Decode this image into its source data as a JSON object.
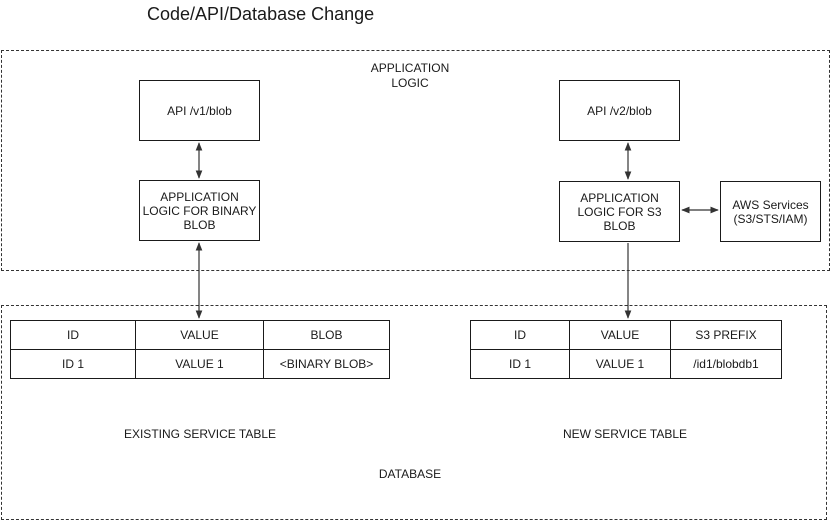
{
  "title": "Code/API/Database Change",
  "regions": {
    "application_label": "APPLICATION\nLOGIC",
    "database_label": "DATABASE"
  },
  "boxes": {
    "api_v1": "API /v1/blob",
    "logic_binary": "APPLICATION\nLOGIC FOR BINARY\nBLOB",
    "api_v2": "API /v2/blob",
    "logic_s3": "APPLICATION\nLOGIC FOR S3\nBLOB",
    "aws_services": "AWS Services\n(S3/STS/IAM)"
  },
  "existing_table": {
    "caption": "EXISTING SERVICE TABLE",
    "headers": [
      "ID",
      "VALUE",
      "BLOB"
    ],
    "row": [
      "ID 1",
      "VALUE 1",
      "<BINARY BLOB>"
    ]
  },
  "new_table": {
    "caption": "NEW SERVICE TABLE",
    "headers": [
      "ID",
      "VALUE",
      "S3 PREFIX"
    ],
    "row": [
      "ID 1",
      "VALUE 1",
      "/id1/blobdb1"
    ]
  },
  "colors": {
    "line": "#333333",
    "border": "#1a1a1a"
  }
}
